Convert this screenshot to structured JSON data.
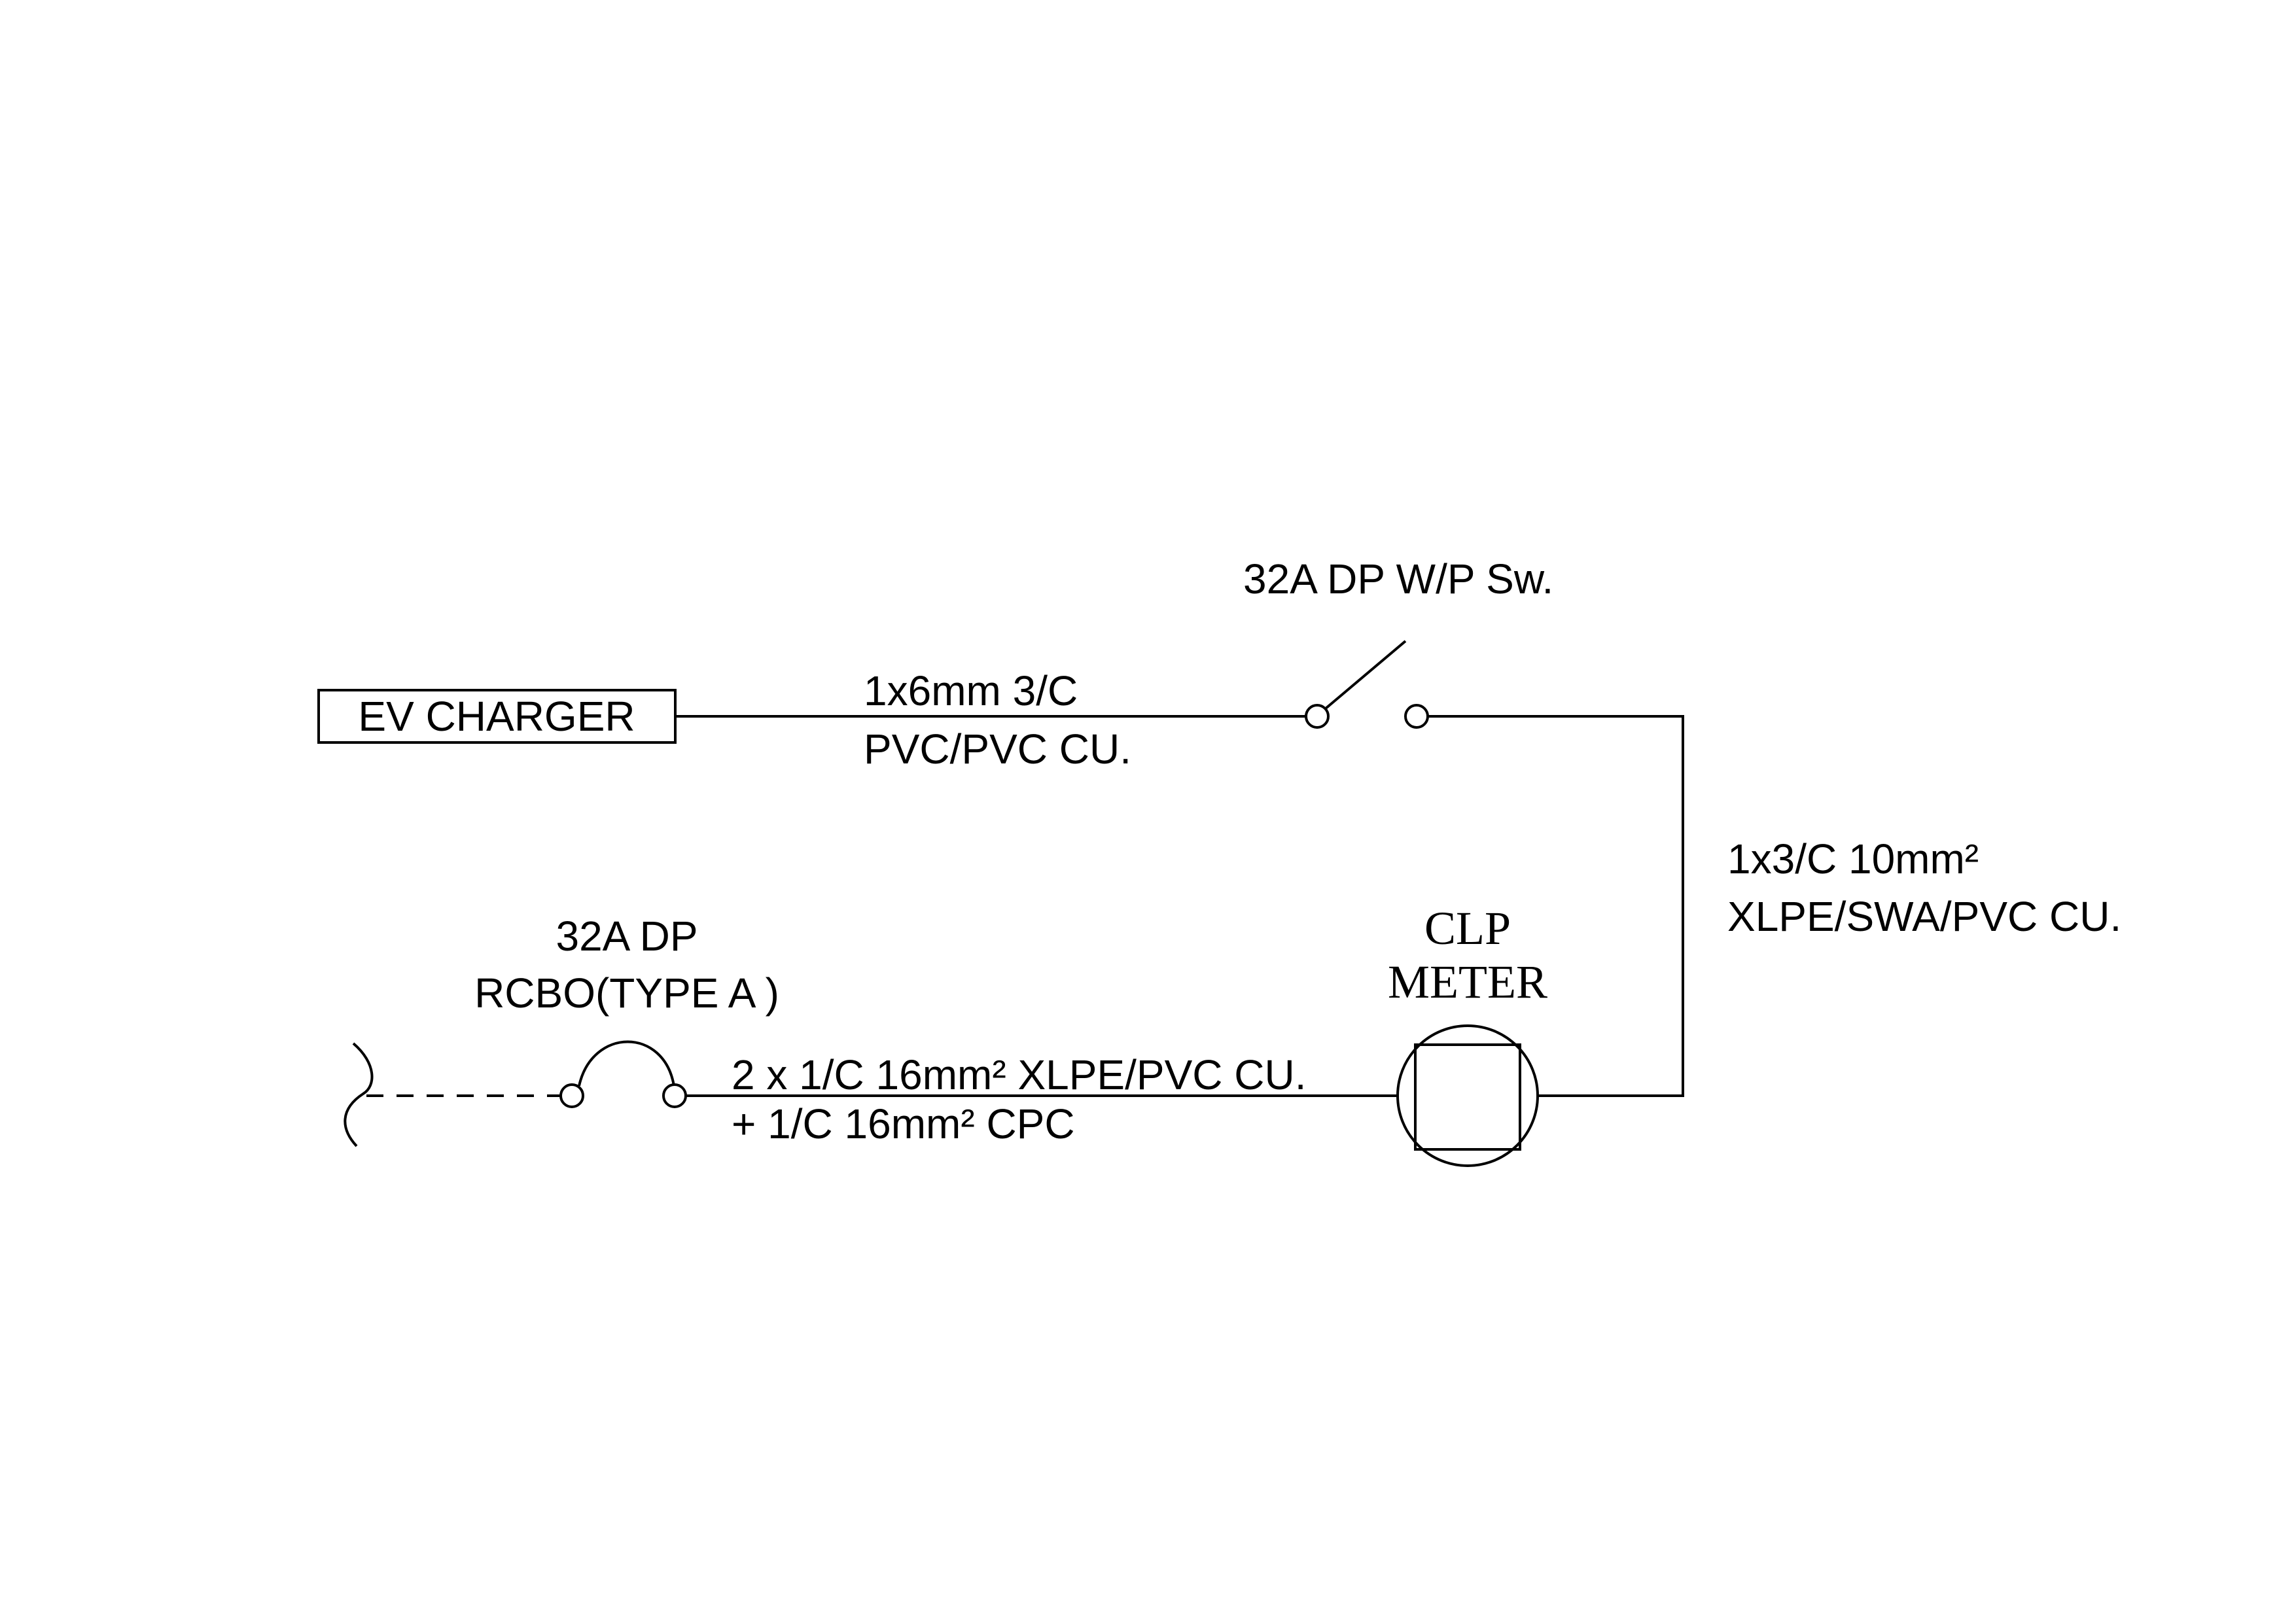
{
  "diagram": {
    "ev_charger_label": "EV CHARGER",
    "cable_charger_to_switch": {
      "line1": "1x6mm 3/C",
      "line2": "PVC/PVC CU."
    },
    "switch_label": "32A DP W/P Sw.",
    "cable_switch_to_meter": {
      "line1": "1x3/C 10mm²",
      "line2": "XLPE/SWA/PVC CU."
    },
    "meter_label": {
      "line1": "CLP",
      "line2": "METER"
    },
    "rcbo_label": {
      "line1": "32A DP",
      "line2": "RCBO(TYPE A )"
    },
    "cable_rcbo_to_meter": {
      "line1": "2 x 1/C 16mm² XLPE/PVC CU.",
      "line2": "+ 1/C 16mm² CPC"
    }
  }
}
